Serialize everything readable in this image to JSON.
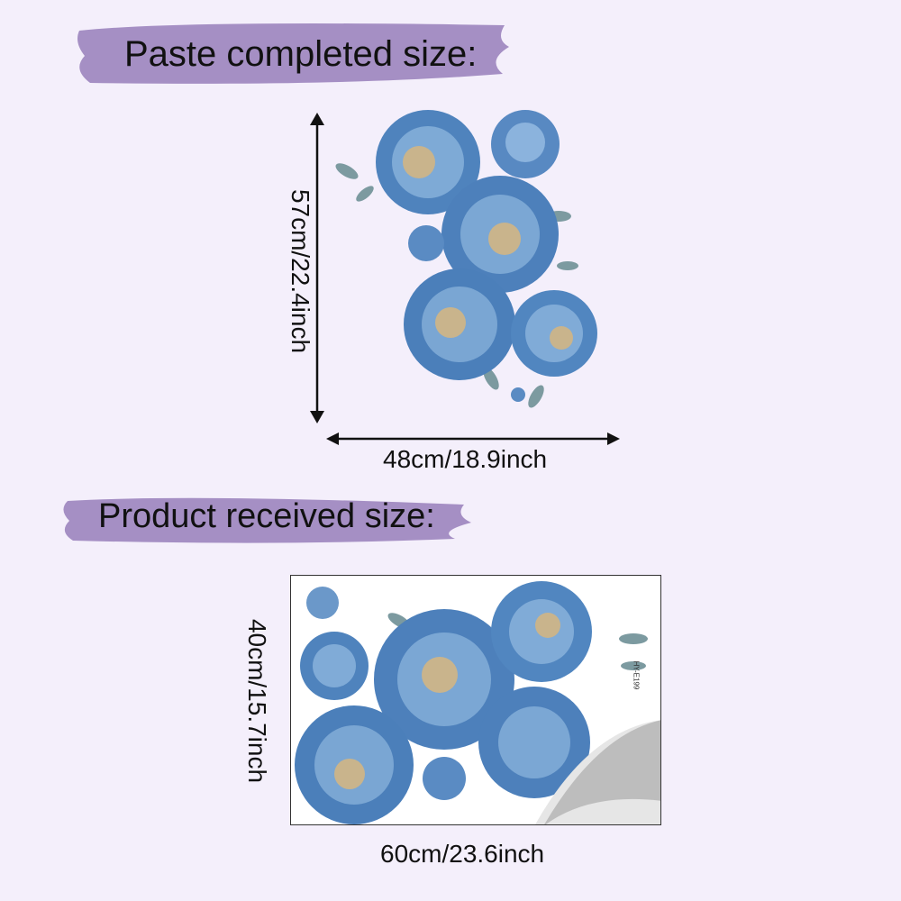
{
  "sections": {
    "paste": {
      "title": "Paste completed size:",
      "height_label": "57cm/22.4inch",
      "width_label": "48cm/18.9inch"
    },
    "received": {
      "title": "Product received size:",
      "height_label": "40cm/15.7inch",
      "width_label": "60cm/23.6inch",
      "product_code": "HY-E199"
    }
  },
  "colors": {
    "background": "#f4effb",
    "banner": "#a58fc4",
    "flower": "#5b8fc4"
  }
}
